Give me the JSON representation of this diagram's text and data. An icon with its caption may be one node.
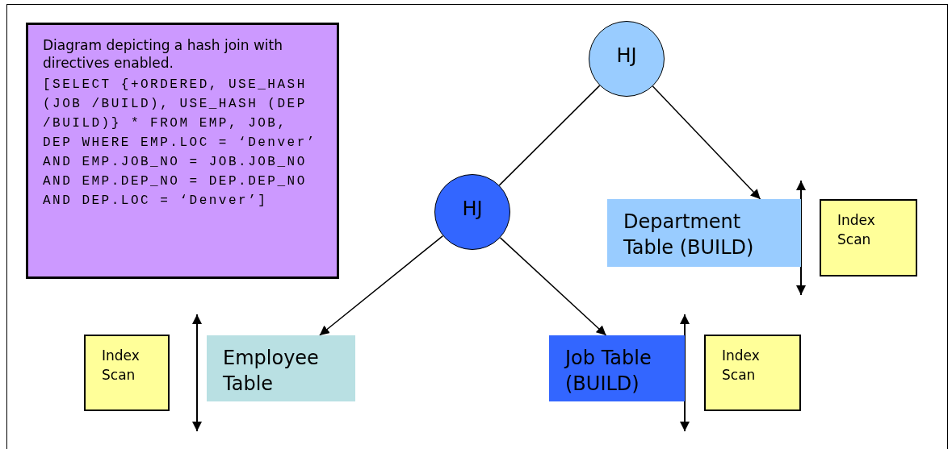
{
  "diagram": {
    "nodes": [
      {
        "text": [
          "Diagram depicting a hash join with directives enabled.",
          "[SELECT {+ORDERED, USE_HASH (JOB /BUILD), USE_HASH (DEP /BUILD)} * FROM EMP, JOB, DEP WHERE EMP.LOC = ‘Denver’ AND EMP.JOB_NO = JOB.JOB_NO AND EMP.DEP_NO = DEP.DEP_NO AND DEP.LOC = ‘Denver’]"
        ]
      },
      {
        "text": [
          "HJ"
        ]
      },
      {
        "text": [
          "HJ"
        ]
      },
      {
        "text": [
          "Department Table (BUILD)"
        ]
      },
      {
        "text": [
          "Index Scan"
        ]
      },
      {
        "text": [
          "Index Scan"
        ]
      },
      {
        "text": [
          "Employee Table"
        ]
      },
      {
        "text": [
          "Job Table (BUILD)"
        ]
      },
      {
        "text": [
          "Index Scan"
        ]
      }
    ],
    "edges": [
      {
        "from": 1,
        "to": 2,
        "arrow": "none"
      },
      {
        "from": 1,
        "to": 3,
        "arrow": "to"
      },
      {
        "from": 2,
        "to": 6,
        "arrow": "to"
      },
      {
        "from": 2,
        "to": 7,
        "arrow": "to"
      }
    ]
  }
}
